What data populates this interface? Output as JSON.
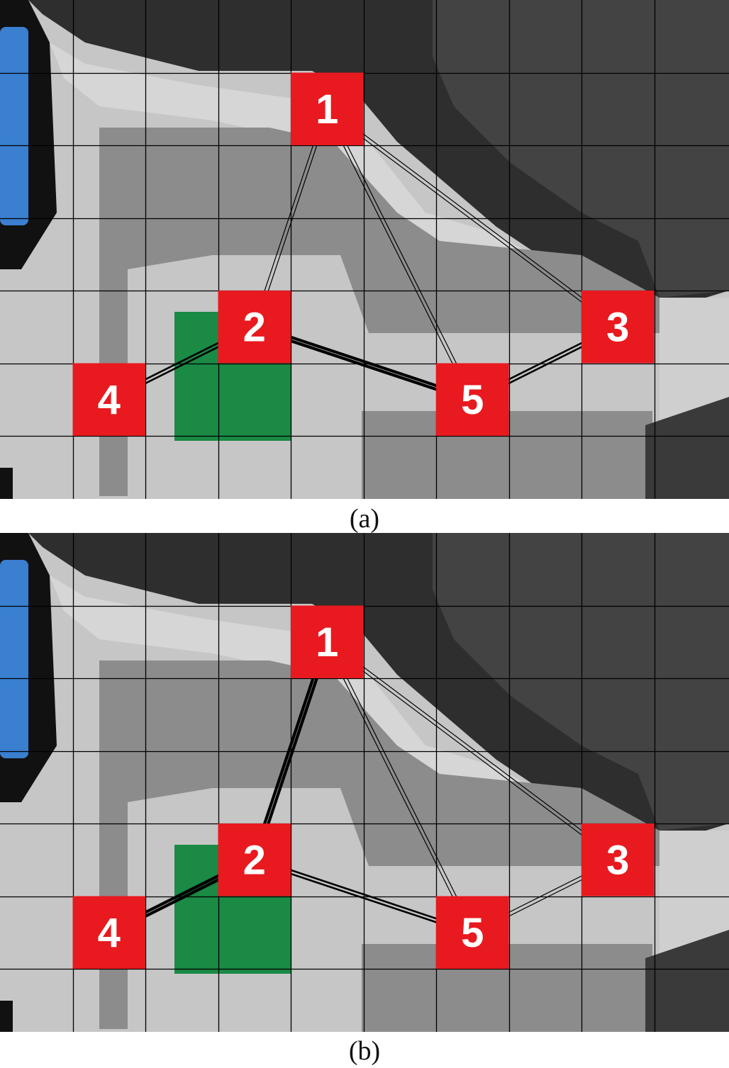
{
  "colors": {
    "node_fill": "#e8191f",
    "node_text": "#ffffff",
    "grid_line": "#000000",
    "green_region": "#1a8a44",
    "blue_region": "#3a7fd0",
    "light_gray": "#c6c6c6",
    "mid_gray": "#8c8c8c",
    "dark_gray": "#2e2e2e",
    "arrow": "#000000"
  },
  "panels": [
    {
      "caption": "(a)",
      "nodes": [
        {
          "id": "1",
          "label": "1"
        },
        {
          "id": "2",
          "label": "2"
        },
        {
          "id": "3",
          "label": "3"
        },
        {
          "id": "4",
          "label": "4"
        },
        {
          "id": "5",
          "label": "5"
        }
      ],
      "edges": [
        {
          "from": "1",
          "to": "2",
          "weight": "thin"
        },
        {
          "from": "2",
          "to": "1",
          "weight": "thin"
        },
        {
          "from": "1",
          "to": "5",
          "weight": "thin"
        },
        {
          "from": "5",
          "to": "1",
          "weight": "thin"
        },
        {
          "from": "1",
          "to": "3",
          "weight": "thin"
        },
        {
          "from": "3",
          "to": "1",
          "weight": "thin"
        },
        {
          "from": "2",
          "to": "4",
          "weight": "medium"
        },
        {
          "from": "4",
          "to": "2",
          "weight": "medium"
        },
        {
          "from": "2",
          "to": "5",
          "weight": "thick"
        },
        {
          "from": "5",
          "to": "2",
          "weight": "thick"
        },
        {
          "from": "5",
          "to": "3",
          "weight": "medium"
        },
        {
          "from": "3",
          "to": "5",
          "weight": "medium"
        }
      ]
    },
    {
      "caption": "(b)",
      "nodes": [
        {
          "id": "1",
          "label": "1"
        },
        {
          "id": "2",
          "label": "2"
        },
        {
          "id": "3",
          "label": "3"
        },
        {
          "id": "4",
          "label": "4"
        },
        {
          "id": "5",
          "label": "5"
        }
      ],
      "edges": [
        {
          "from": "1",
          "to": "2",
          "weight": "thick"
        },
        {
          "from": "2",
          "to": "1",
          "weight": "thick"
        },
        {
          "from": "1",
          "to": "5",
          "weight": "thin"
        },
        {
          "from": "5",
          "to": "1",
          "weight": "thin"
        },
        {
          "from": "1",
          "to": "3",
          "weight": "thin"
        },
        {
          "from": "3",
          "to": "1",
          "weight": "thin"
        },
        {
          "from": "2",
          "to": "4",
          "weight": "thick"
        },
        {
          "from": "4",
          "to": "2",
          "weight": "thick"
        },
        {
          "from": "2",
          "to": "5",
          "weight": "medium"
        },
        {
          "from": "5",
          "to": "2",
          "weight": "medium"
        },
        {
          "from": "5",
          "to": "3",
          "weight": "thin"
        },
        {
          "from": "3",
          "to": "5",
          "weight": "thin"
        }
      ]
    }
  ]
}
